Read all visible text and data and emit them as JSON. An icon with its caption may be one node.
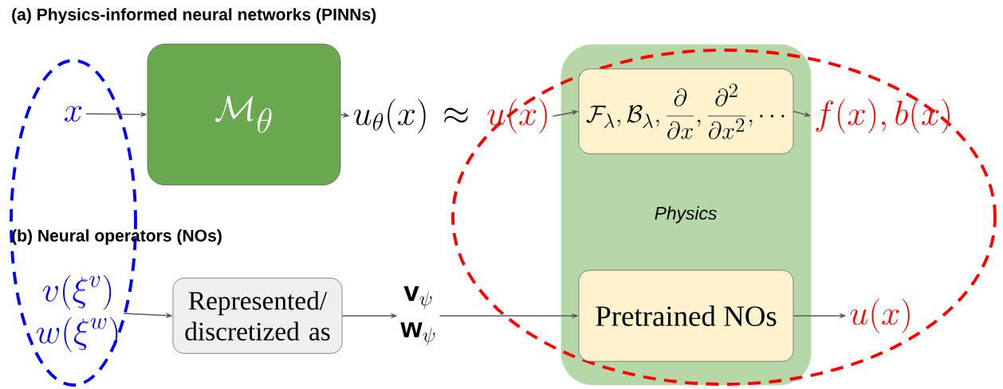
{
  "diagram": {
    "nodes": [
      {
        "text": [
          "x"
        ]
      },
      {
        "text": [
          "\\mathcal{M}_\\theta"
        ]
      },
      {
        "text": [
          "u_\\theta(x)"
        ]
      },
      {
        "text": [
          "u(x)"
        ]
      },
      {
        "text": [
          "Physics"
        ]
      },
      {
        "text": [
          "\\mathcal{F}_\\lambda, \\mathcal{B}_\\lambda, \\frac{\\partial}{\\partial x}, \\frac{\\partial^2}{\\partial x^2}, \\cdots"
        ],
        "in": 4
      },
      {
        "text": [
          "f(x), b(x)"
        ]
      },
      {
        "text": [
          "v(\\xi^v)",
          "w(\\xi^w)"
        ]
      },
      {
        "text": [
          "Represented/ discretized as"
        ]
      },
      {
        "text": [
          "\\mathbf{v}_\\psi",
          "\\mathbf{w}_\\psi"
        ]
      },
      {
        "text": [
          "Pretrained NOs"
        ],
        "in": 4
      },
      {
        "text": [
          "u(x)"
        ]
      }
    ],
    "edges": [
      {
        "from": 0,
        "to": 1,
        "arrow": "to"
      },
      {
        "from": 1,
        "to": 2,
        "arrow": "to"
      },
      {
        "from": 3,
        "to": 5,
        "arrow": "to"
      },
      {
        "from": 5,
        "to": 6,
        "arrow": "to"
      },
      {
        "from": 7,
        "to": 8,
        "arrow": "to"
      },
      {
        "from": 8,
        "to": 9,
        "arrow": "to"
      },
      {
        "from": 9,
        "to": 10,
        "arrow": "to"
      },
      {
        "from": 10,
        "to": 11,
        "arrow": "to"
      }
    ],
    "labels": [
      "(a) Physics-informed neural networks (PINNs)",
      "(b) Neural operators (NOs)",
      "\\approx"
    ]
  }
}
